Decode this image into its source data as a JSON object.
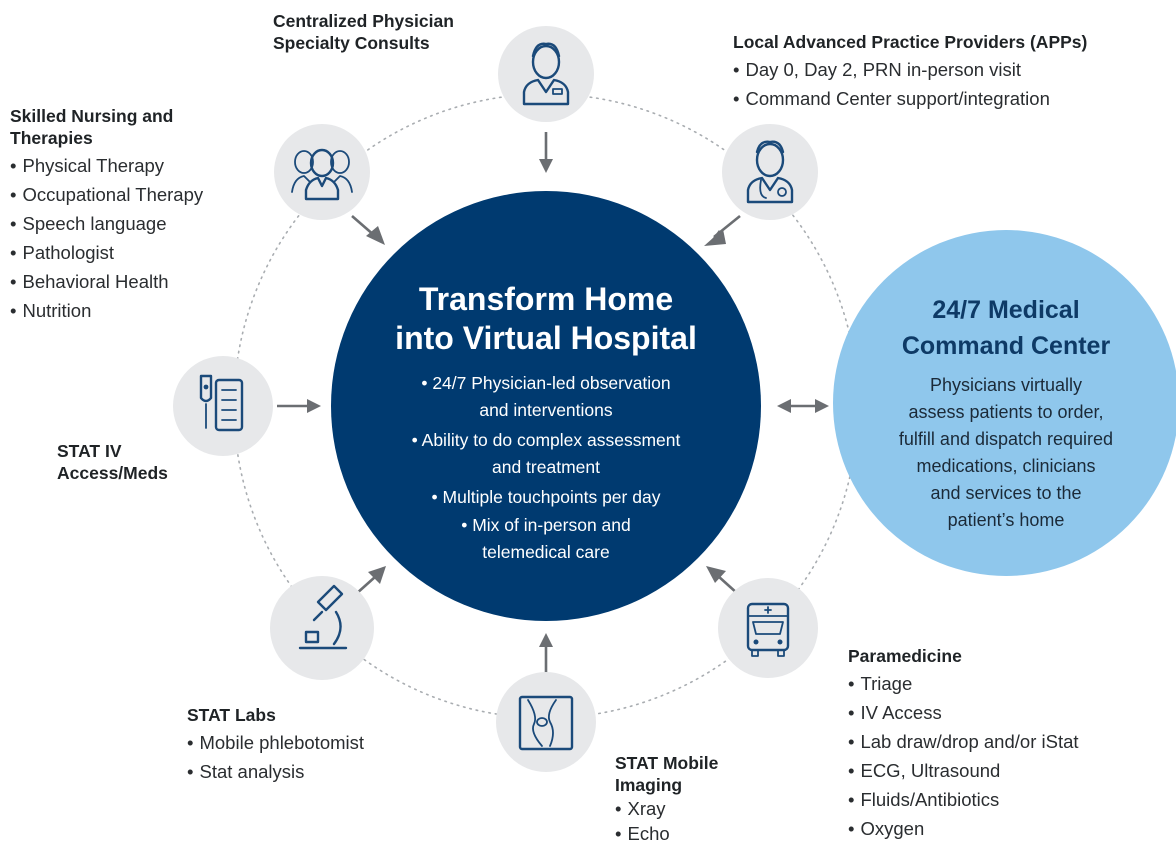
{
  "center": {
    "title_line1": "Transform Home",
    "title_line2": "into Virtual Hospital",
    "bullets": [
      "• 24/7 Physician-led observation",
      "and interventions",
      "• Ability to do complex assessment",
      "and treatment",
      "• Multiple touchpoints per day",
      "• Mix of in-person and",
      "telemedical care"
    ]
  },
  "command_center": {
    "title_line1": "24/7 Medical",
    "title_line2": "Command Center",
    "body_lines": [
      "Physicians virtually",
      "assess patients to order,",
      "fulfill and dispatch required",
      "medications, clinicians",
      "and services to the",
      "patient’s home"
    ]
  },
  "nodes": {
    "physician_consults": {
      "icon": "doctor-icon",
      "title_line1": "Centralized Physician",
      "title_line2": "Specialty Consults"
    },
    "apps": {
      "icon": "stethoscope-doctor-icon",
      "title": "Local Advanced Practice Providers (APPs)",
      "items": [
        "Day 0, Day 2, PRN in-person visit",
        "Command Center support/integration"
      ]
    },
    "nursing": {
      "icon": "care-team-icon",
      "title_line1": "Skilled Nursing and",
      "title_line2": "Therapies",
      "items": [
        "Physical Therapy",
        "Occupational Therapy",
        "Speech language",
        "Pathologist",
        "Behavioral Health",
        "Nutrition"
      ]
    },
    "iv": {
      "icon": "iv-drip-icon",
      "title_line1": "STAT IV",
      "title_line2": "Access/Meds"
    },
    "labs": {
      "icon": "microscope-icon",
      "title": "STAT Labs",
      "items": [
        "Mobile phlebotomist",
        "Stat analysis"
      ]
    },
    "imaging": {
      "icon": "knee-xray-icon",
      "title_line1": "STAT Mobile",
      "title_line2": "Imaging",
      "items": [
        "Xray",
        "Echo"
      ]
    },
    "paramedicine": {
      "icon": "ambulance-icon",
      "title": "Paramedicine",
      "items": [
        "Triage",
        "IV Access",
        "Lab draw/drop and/or iStat",
        "ECG, Ultrasound",
        "Fluids/Antibiotics",
        "Oxygen"
      ]
    }
  },
  "colors": {
    "center_fill": "#003a70",
    "command_fill": "#8fc7ec",
    "node_fill": "#e7e8ea",
    "icon_stroke": "#1b4a7a",
    "arrow": "#6b6e72"
  }
}
